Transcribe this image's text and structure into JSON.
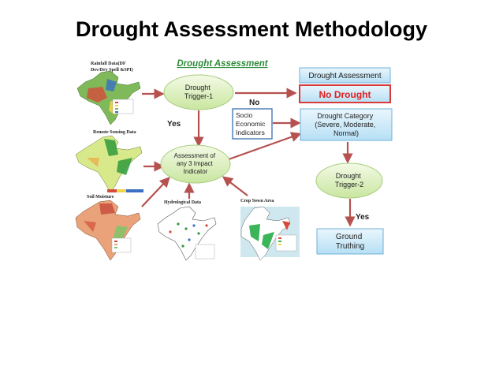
{
  "slide": {
    "title": "Drought Assessment Methodology"
  },
  "diagram": {
    "heading": "Drought Assessment",
    "maps": {
      "rainfall_caption": [
        "Rainfall Data(DF",
        "Dev/Dry Spell &SPI)"
      ],
      "remote_sensing_caption": "Remote Sensing Data",
      "soil_moisture_caption": "Soil Moisture",
      "hydrological_caption": "Hydrological Data",
      "crop_sown_caption": "Crop Sown Area"
    },
    "nodes": {
      "trigger1": [
        "Drought",
        "Trigger-1"
      ],
      "assessment_impact": [
        "Assessment of",
        "any 3 Impact",
        "Indicator"
      ],
      "socio_economic": [
        "Socio",
        "Economic",
        "Indicators"
      ],
      "drought_assessment_box": "Drought Assessment",
      "no_drought_box": "No Drought",
      "drought_category": [
        "Drought Category",
        "(Severe, Moderate,",
        "Normal)"
      ],
      "trigger2": [
        "Drought",
        "Trigger-2"
      ],
      "ground_truthing": [
        "Ground",
        "Truthing"
      ]
    },
    "edge_labels": {
      "no": "No",
      "yes_left": "Yes",
      "yes_right": "Yes"
    }
  }
}
